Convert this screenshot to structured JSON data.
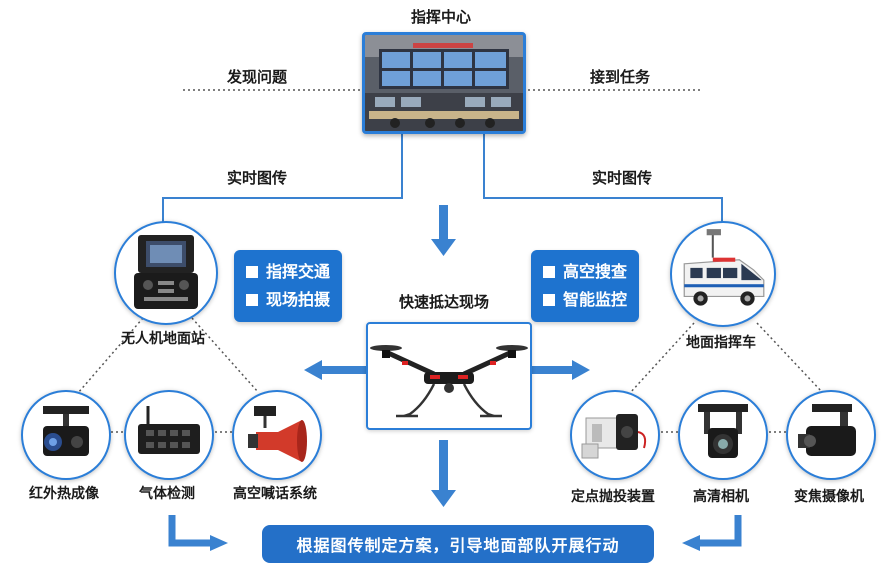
{
  "command_center": {
    "title": "指挥中心"
  },
  "flow": {
    "discover": "发现问题",
    "receive": "接到任务",
    "realtime_left": "实时图传",
    "realtime_right": "实时图传",
    "arrive": "快速抵达现场"
  },
  "ground_station": {
    "label": "无人机地面站"
  },
  "vehicle": {
    "label": "地面指挥车"
  },
  "left_tags": [
    "指挥交通",
    "现场拍摄"
  ],
  "right_tags": [
    "高空搜查",
    "智能监控"
  ],
  "left_payloads": [
    "红外热成像",
    "气体检测",
    "高空喊话系统"
  ],
  "right_payloads": [
    "定点抛投装置",
    "高清相机",
    "变焦摄像机"
  ],
  "banner": {
    "text": "根据图传制定方案，引导地面部队开展行动"
  },
  "colors": {
    "accent": "#2b7ed8",
    "banner": "#2470c8",
    "arrow": "#3a82d0"
  }
}
